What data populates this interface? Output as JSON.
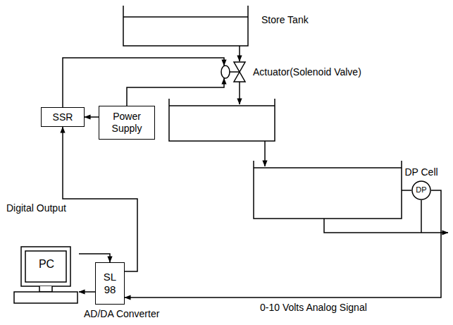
{
  "diagram": {
    "nodes": [
      {
        "text": [
          "SSR"
        ]
      },
      {
        "text": [
          "Power Supply"
        ]
      },
      {
        "text": [
          "PC"
        ]
      },
      {
        "text": [
          "SL 98"
        ]
      },
      {
        "text": [
          "DP Cell",
          "DP"
        ]
      }
    ],
    "edges": [
      {
        "from": 1,
        "to": 0,
        "arrow": "to"
      },
      {
        "from": 3,
        "to": 0,
        "arrow": "to",
        "label": "Digital Output"
      },
      {
        "from": 2,
        "to": 3,
        "arrow": "to"
      },
      {
        "from": 3,
        "to": 2,
        "arrow": "to"
      },
      {
        "from": 4,
        "to": 3,
        "arrow": "to",
        "label": "0-10 Volts Analog Signal"
      }
    ],
    "labels": [
      "Store Tank",
      "Actuator(Solenoid Valve)",
      "AD/DA Converter"
    ]
  }
}
